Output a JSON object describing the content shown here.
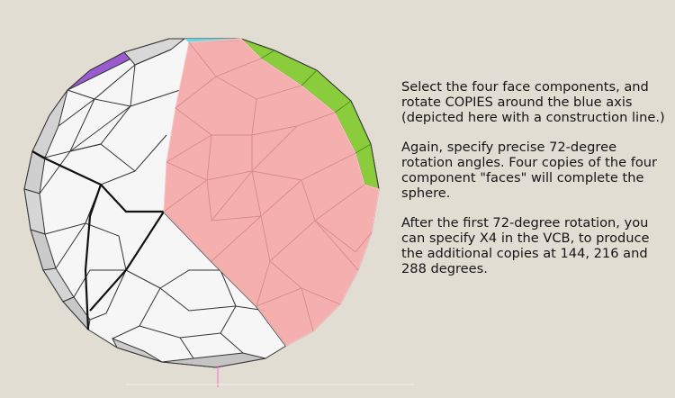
{
  "instructions": {
    "paragraph_1": "Select the four face components, and rotate COPIES around the blue axis (depicted here with a construction line.)",
    "paragraph_2": "Again, specify precise 72-degree rotation angles. Four copies of the four component \"faces\" will complete the sphere.",
    "paragraph_3": "After the first 72-degree rotation, you can specify X4 in the VCB, to produce the additional copies at 144, 216 and 288 degrees."
  },
  "colors": {
    "background": "#e1ddd3",
    "white_faces": "#ffffff",
    "gray_faces": "#d2d2d2",
    "selected_faces": "#f4a8a8",
    "green_faces": "#8acc3c",
    "purple_faces": "#9a5ad0",
    "axis_line": "#ff66cc"
  }
}
